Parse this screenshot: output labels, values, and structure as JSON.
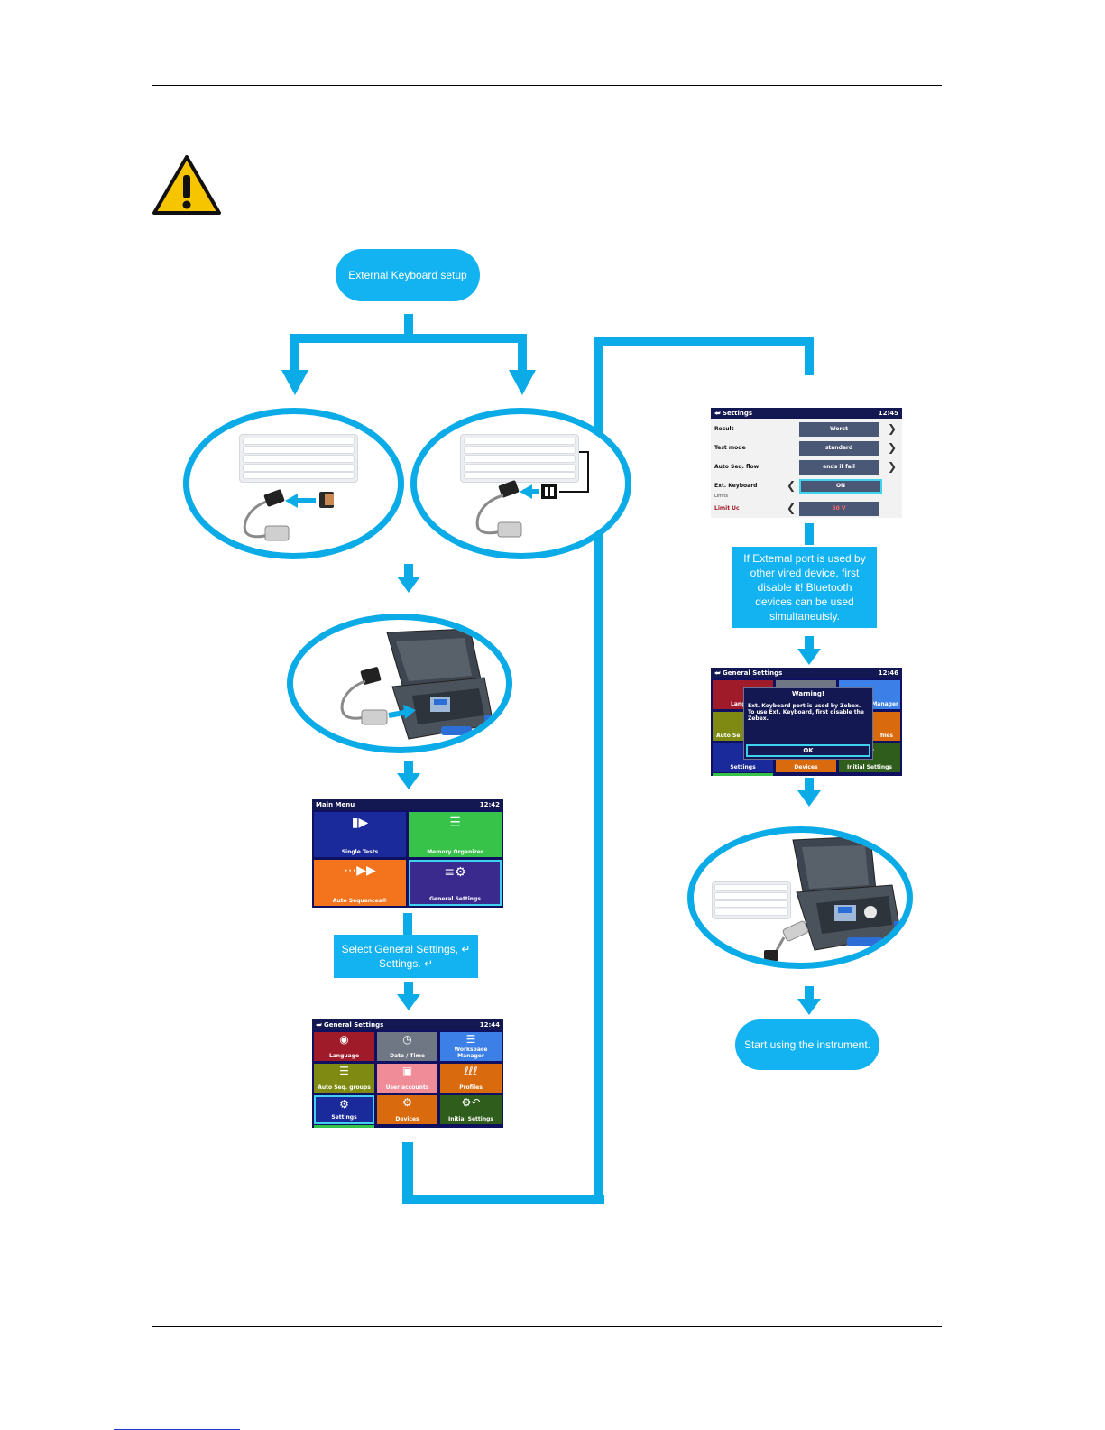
{
  "flow": {
    "start_label": "External Keyboard setup",
    "step_select_label": "Select General Settings, ↵ Settings. ↵",
    "note_label": "If External port is used by other vired device, first disable it! Bluetooth devices can be used simultaneuisly.",
    "end_label": "Start using the instrument."
  },
  "main_menu": {
    "title": "Main Menu",
    "time": "12:42",
    "tiles": [
      "Single Tests",
      "Memory Organizer",
      "Auto Sequences®",
      "General Settings"
    ]
  },
  "general_settings": {
    "title": "General Settings",
    "time": "12:44",
    "tiles": [
      "Language",
      "Date / Time",
      "Workspace Manager",
      "Auto Seq. groups",
      "User accounts",
      "Profiles",
      "Settings",
      "Devices",
      "Initial Settings"
    ]
  },
  "settings": {
    "title": "Settings",
    "time": "12:45",
    "rows": [
      {
        "label": "Result",
        "value": "Worst"
      },
      {
        "label": "Test mode",
        "value": "standard"
      },
      {
        "label": "Auto Seq. flow",
        "value": "ends if fail"
      },
      {
        "label": "Ext. Keyboard",
        "value": "ON"
      }
    ],
    "section_label": "Limits",
    "limit_row": {
      "label": "Limit Uc",
      "value": "50 V"
    }
  },
  "warning_screen": {
    "title": "General Settings",
    "time": "12:46",
    "dialog_title": "Warning!",
    "dialog_text": "Ext. Keyboard port is used by Zebex. To use Ext. Keyboard, first disable the Zebex.",
    "ok_label": "OK",
    "visible_tiles": [
      "Lang",
      "Manager",
      "Auto Se",
      "files",
      "Settings",
      "Devices",
      "Initial Settings"
    ]
  },
  "colors": {
    "flow_blue": "#0aabe6",
    "warning_yellow": "#f7c500",
    "tile_blue": "#1b2a9a",
    "tile_green": "#37c24a",
    "tile_orange": "#f4741e",
    "tile_purple": "#3b2a8e",
    "tile_red": "#a01b2a",
    "tile_gray": "#6f7684",
    "tile_sky": "#3c7fe6",
    "tile_olive": "#7f8a12",
    "tile_pink": "#f08c97",
    "tile_amber": "#d96b0e",
    "tile_darkgreen": "#2f5e1c"
  }
}
